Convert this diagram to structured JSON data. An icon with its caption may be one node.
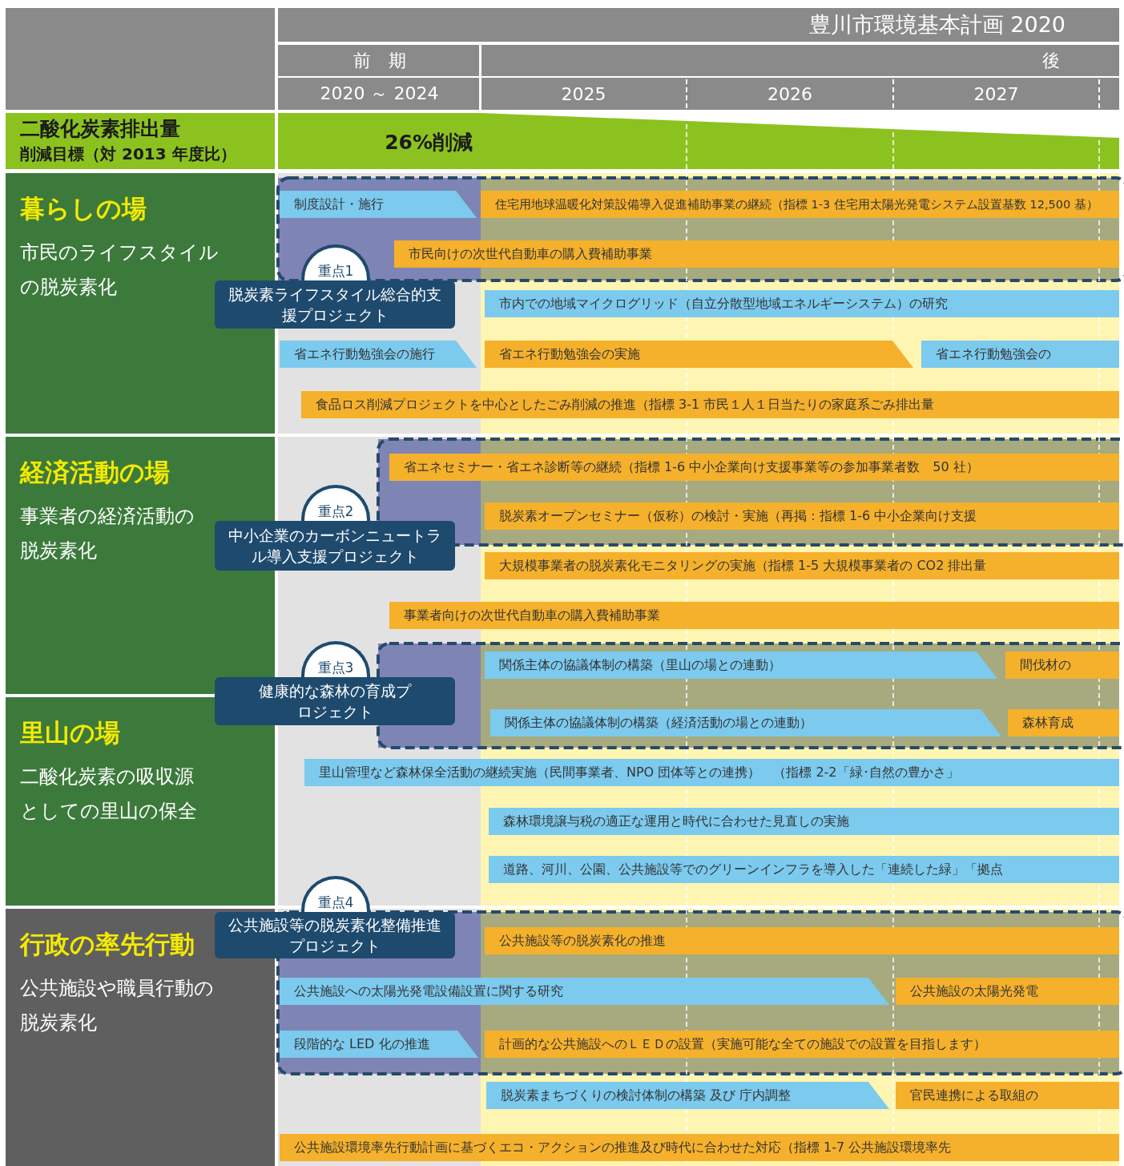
{
  "diagram": {
    "nodes": [
      {
        "text": [
          "暮らしの場",
          "市民のライフスタイルの脱炭素化"
        ]
      },
      {
        "text": [
          "重点1",
          "脱炭素ライフスタイル総合的支援プロジェクト"
        ]
      },
      {
        "text": [
          "制度設計・施行"
        ]
      },
      {
        "text": [
          "住宅用地球温暖化対策設備導入促進補助事業の継続（指標 1-3 住宅用太陽光発電システム設置基数 12,500 基）"
        ]
      },
      {
        "text": [
          "市民向けの次世代自動車の購入費補助事業"
        ]
      },
      {
        "text": [
          "市内での地域マイクログリッド（自立分散型地域エネルギーシステム）の研究"
        ]
      },
      {
        "text": [
          "省エネ行動勉強会の施行"
        ]
      },
      {
        "text": [
          "省エネ行動勉強会の実施"
        ]
      },
      {
        "text": [
          "省エネ行動勉強会の"
        ]
      },
      {
        "text": [
          "食品ロス削減プロジェクトを中心としたごみ削減の推進（指標 3-1 市民１人１日当たりの家庭系ごみ排出量"
        ]
      },
      {
        "text": [
          "経済活動の場",
          "事業者の経済活動の脱炭素化"
        ]
      },
      {
        "text": [
          "重点2",
          "中小企業のカーボンニュートラル導入支援プロジェクト"
        ]
      },
      {
        "text": [
          "省エネセミナー・省エネ診断等の継続（指標 1-6 中小企業向け支援事業等の参加事業者数　50 社）"
        ]
      },
      {
        "text": [
          "脱炭素オープンセミナー（仮称）の検討・実施（再掲：指標 1-6 中小企業向け支援"
        ]
      },
      {
        "text": [
          "大規模事業者の脱炭素化モニタリングの実施（指標 1-5 大規模事業者の CO2 排出量"
        ]
      },
      {
        "text": [
          "事業者向けの次世代自動車の購入費補助事業"
        ]
      },
      {
        "text": [
          "重点3",
          "健康的な森林の育成プロジェクト"
        ]
      },
      {
        "text": [
          "関係主体の協議体制の構築（里山の場との連動）"
        ]
      },
      {
        "text": [
          "間伐材の"
        ]
      },
      {
        "text": [
          "里山の場",
          "二酸化炭素の吸収源としての里山の保全"
        ]
      },
      {
        "text": [
          "関係主体の協議体制の構築（経済活動の場との連動）"
        ]
      },
      {
        "text": [
          "森林育成"
        ]
      },
      {
        "text": [
          "里山管理など森林保全活動の継続実施（民間事業者、NPO 団体等との連携）　（指標 2-2「緑･自然の豊かさ」"
        ]
      },
      {
        "text": [
          "森林環境譲与税の適正な運用と時代に合わせた見直しの実施"
        ]
      },
      {
        "text": [
          "道路、河川、公園、公共施設等でのグリーンインフラを導入した「連続した緑」「拠点"
        ]
      },
      {
        "text": [
          "重点4",
          "公共施設等の脱炭素化整備推進プロジェクト"
        ]
      },
      {
        "text": [
          "行政の率先行動",
          "公共施設や職員行動の脱炭素化"
        ]
      },
      {
        "text": [
          "公共施設等の脱炭素化の推進"
        ]
      },
      {
        "text": [
          "公共施設への太陽光発電設備設置に関する研究"
        ]
      },
      {
        "text": [
          "公共施設の太陽光発電"
        ]
      },
      {
        "text": [
          "段階的な LED 化の推進"
        ]
      },
      {
        "text": [
          "計画的な公共施設へのＬＥＤの設置（実施可能な全ての施設での設置を目指します）"
        ]
      },
      {
        "text": [
          "脱炭素まちづくりの検討体制の構築 及び 庁内調整"
        ]
      },
      {
        "text": [
          "官民連携による取組の"
        ]
      },
      {
        "text": [
          "公共施設環境率先行動計画に基づくエコ・アクションの推進及び時代に合わせた対応（指標 1-7 公共施設環境率先"
        ]
      }
    ],
    "labels": [
      "豊川市環境基本計画 2020",
      "前　期",
      "後",
      "2020 ～ 2024",
      "2025",
      "2026",
      "2027",
      "二酸化炭素排出量",
      "削減目標（対 2013 年度比）",
      "26%削減"
    ]
  }
}
